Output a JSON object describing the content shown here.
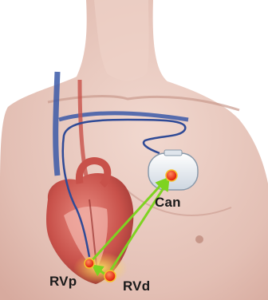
{
  "figure": {
    "labels": {
      "can": "Can",
      "rvp": "RVp",
      "rvd": "RVd"
    },
    "electrodes": [
      {
        "id": "can",
        "color": "#ff3b1a"
      },
      {
        "id": "rvp",
        "color": "#ff3b1a"
      },
      {
        "id": "rvd",
        "color": "#ff3b1a"
      }
    ],
    "vectors": [
      {
        "from": "rvp",
        "to": "can",
        "color": "#7ed321"
      },
      {
        "from": "rvd",
        "to": "can",
        "color": "#7ed321"
      },
      {
        "from": "rvd",
        "to": "rvp",
        "color": "#7ed321"
      }
    ],
    "colors": {
      "skin": "#e9c9bf",
      "lead": "#3b59a8",
      "heart": "#c8514a",
      "device": "#e7ecf2"
    }
  }
}
